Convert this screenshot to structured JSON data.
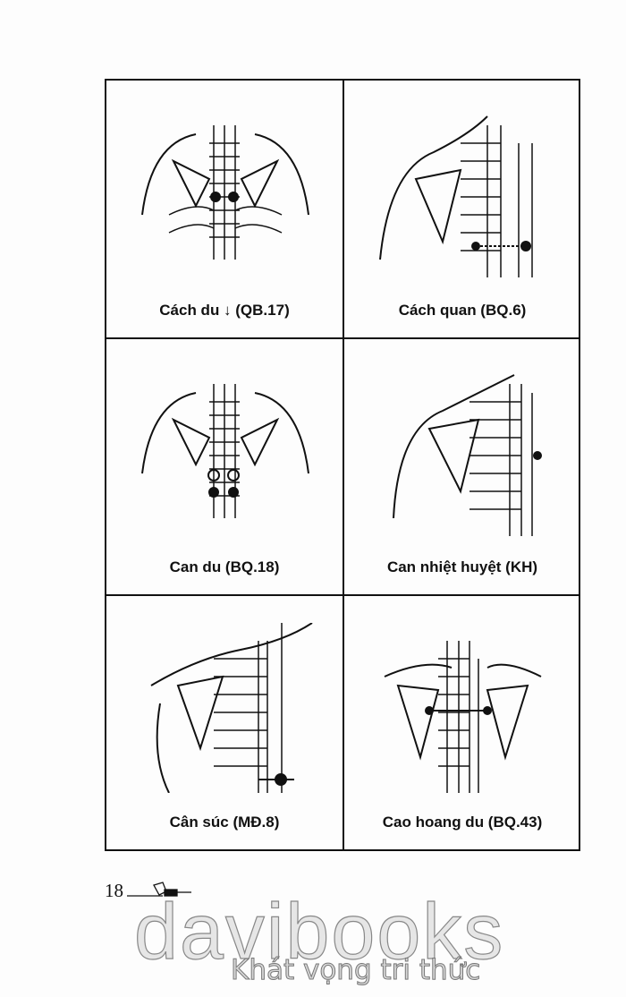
{
  "cells": [
    {
      "label": "Cách du ↓ (QB.17)",
      "view": "back"
    },
    {
      "label": "Cách quan (BQ.6)",
      "view": "side"
    },
    {
      "label": "Can du (BQ.18)",
      "view": "back"
    },
    {
      "label": "Can nhiệt huyệt (KH)",
      "view": "side"
    },
    {
      "label": "Cân súc (MĐ.8)",
      "view": "side"
    },
    {
      "label": "Cao hoang du (BQ.43)",
      "view": "back"
    }
  ],
  "footer": {
    "page_number": "18"
  },
  "watermark": {
    "brand": "davibooks",
    "slogan": "Khát vọng tri thức"
  }
}
